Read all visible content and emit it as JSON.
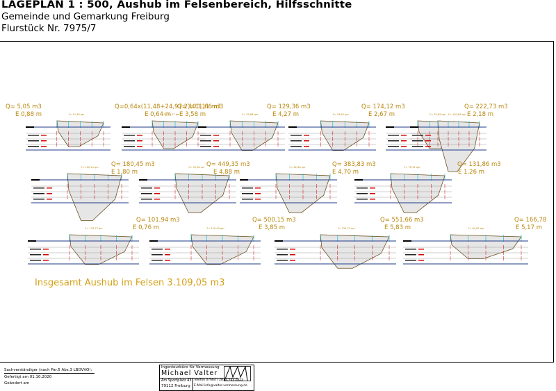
{
  "header": {
    "title": "LAGEPLAN   1 : 500, Aushub im Felsenbereich, Hilfsschnitte",
    "line1": "Gemeinde und Gemarkung Freiburg",
    "line2": "Flurstück Nr. 7975/7"
  },
  "sections": [
    {
      "volume": "Q=  5,05  m3",
      "elevation": "E  0,88  m",
      "area": "F= 11,48 qm"
    },
    {
      "volume": "Q=0,64x(11,48+24,97:2)=11,66  m3",
      "elevation": "E  0,64  m",
      "area": "F= 24,97 qm"
    },
    {
      "volume": "Q=  100,11  m3",
      "elevation": "E  3,58  m",
      "area": "F= 35,86 qm"
    },
    {
      "volume": "Q=  129,36  m3",
      "elevation": "E  4,27  m",
      "area": "F= 29,63 qm"
    },
    {
      "volume": "Q=  174,12  m3",
      "elevation": "E  2,67  m",
      "area": "F= 35,63 qm"
    },
    {
      "volume": "Q=  222,73  m3",
      "elevation": "E  2,18  m",
      "area": "F= 100,80 qm"
    },
    {
      "volume": "Q=  180,45  m3",
      "elevation": "E  1,80  m",
      "area": "F= 100,24 qm"
    },
    {
      "volume": "Q=  449,35  m3",
      "elevation": "E  4,88  m",
      "area": "F= 92,06 qm"
    },
    {
      "volume": "Q=  383,83  m3",
      "elevation": "E  4,70  m",
      "area": "F= 81,66 qm"
    },
    {
      "volume": "Q=  131,86  m3",
      "elevation": "E  1,26  m",
      "area": "F= 76,12 qm"
    },
    {
      "volume": "Q=  101,94  m3",
      "elevation": "E  0,76  m",
      "area": "F= 133,77 qm"
    },
    {
      "volume": "Q=  500,15  m3",
      "elevation": "E  3,85  m",
      "area": "F= 129,90 qm"
    },
    {
      "volume": "Q=  551,66  m3",
      "elevation": "E  5,83  m",
      "area": "F= 124,74 qm"
    },
    {
      "volume": "Q=  166,78",
      "elevation": "E  5,17  m",
      "area": "F= 64,62 qm"
    }
  ],
  "total": "Insgesamt Aushub im Felsen  3.109,05  m3",
  "footer": {
    "surveyor": "Sachverständiger (nach Par.5 Abs.3 LBOVVO):",
    "made": "Gefertigt am  01.10.2020",
    "changed": "Geändert am"
  },
  "stamp": {
    "office": "Ingenieurbüro für Vermessung",
    "name": "Michael  Valter",
    "street": "Am Sportplatz 43",
    "city": "79112 Freiburg",
    "phone": "Telefon 07664 / 2873, Fax 2823",
    "email": "E-Mail info@valter-vermessung.de"
  },
  "colors": {
    "label": "#b8860b",
    "total": "#d4a017",
    "cut_fill": "#e6e6e6",
    "terrain": "#6b4f1d",
    "ref_line": "#1e3a8a",
    "table_red": "#d40000",
    "guide": "#00b7d8"
  }
}
